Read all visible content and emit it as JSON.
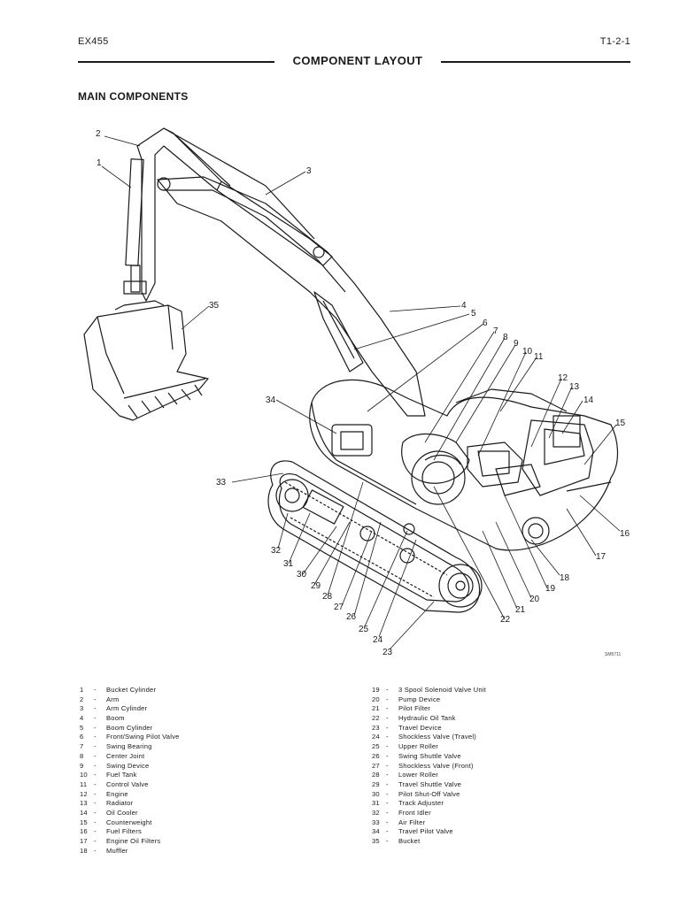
{
  "header": {
    "model": "EX455",
    "page_ref": "T1-2-1",
    "title": "COMPONENT LAYOUT",
    "section": "MAIN COMPONENTS"
  },
  "figure": {
    "ref": "SM5711",
    "callouts": [
      "1",
      "2",
      "3",
      "4",
      "5",
      "6",
      "7",
      "8",
      "9",
      "10",
      "11",
      "12",
      "13",
      "14",
      "15",
      "16",
      "17",
      "18",
      "19",
      "20",
      "21",
      "22",
      "23",
      "24",
      "25",
      "26",
      "27",
      "28",
      "29",
      "30",
      "31",
      "32",
      "33",
      "34",
      "35"
    ]
  },
  "legend": {
    "dash": "-",
    "col1": [
      {
        "num": "1",
        "label": "Bucket Cylinder"
      },
      {
        "num": "2",
        "label": "Arm"
      },
      {
        "num": "3",
        "label": "Arm Cylinder"
      },
      {
        "num": "4",
        "label": "Boom"
      },
      {
        "num": "5",
        "label": "Boom Cylinder"
      },
      {
        "num": "6",
        "label": "Front/Swing Pilot Valve"
      },
      {
        "num": "7",
        "label": "Swing Bearing"
      },
      {
        "num": "8",
        "label": "Center Joint"
      },
      {
        "num": "9",
        "label": "Swing Device"
      },
      {
        "num": "10",
        "label": "Fuel Tank"
      },
      {
        "num": "11",
        "label": "Control Valve"
      },
      {
        "num": "12",
        "label": "Engine"
      },
      {
        "num": "13",
        "label": "Radiator"
      },
      {
        "num": "14",
        "label": "Oil Cooler"
      },
      {
        "num": "15",
        "label": "Counterweight"
      },
      {
        "num": "16",
        "label": "Fuel Filters"
      },
      {
        "num": "17",
        "label": "Engine Oil Filters"
      },
      {
        "num": "18",
        "label": "Muffler"
      }
    ],
    "col2": [
      {
        "num": "19",
        "label": "3 Spool Solenoid Valve Unit"
      },
      {
        "num": "20",
        "label": "Pump Device"
      },
      {
        "num": "21",
        "label": "Pilot Filter"
      },
      {
        "num": "22",
        "label": "Hydraulic Oil Tank"
      },
      {
        "num": "23",
        "label": "Travel Device"
      },
      {
        "num": "24",
        "label": "Shockless Valve (Travel)"
      },
      {
        "num": "25",
        "label": "Upper Roller"
      },
      {
        "num": "26",
        "label": "Swing Shuttle Valve"
      },
      {
        "num": "27",
        "label": "Shockless Valve (Front)"
      },
      {
        "num": "28",
        "label": "Lower Roller"
      },
      {
        "num": "29",
        "label": "Travel Shuttle Valve"
      },
      {
        "num": "30",
        "label": "Pilot Shut-Off Valve"
      },
      {
        "num": "31",
        "label": "Track Adjuster"
      },
      {
        "num": "32",
        "label": "Front Idler"
      },
      {
        "num": "33",
        "label": "Air Filter"
      },
      {
        "num": "34",
        "label": "Travel Pilot Valve"
      },
      {
        "num": "35",
        "label": "Bucket"
      }
    ]
  }
}
